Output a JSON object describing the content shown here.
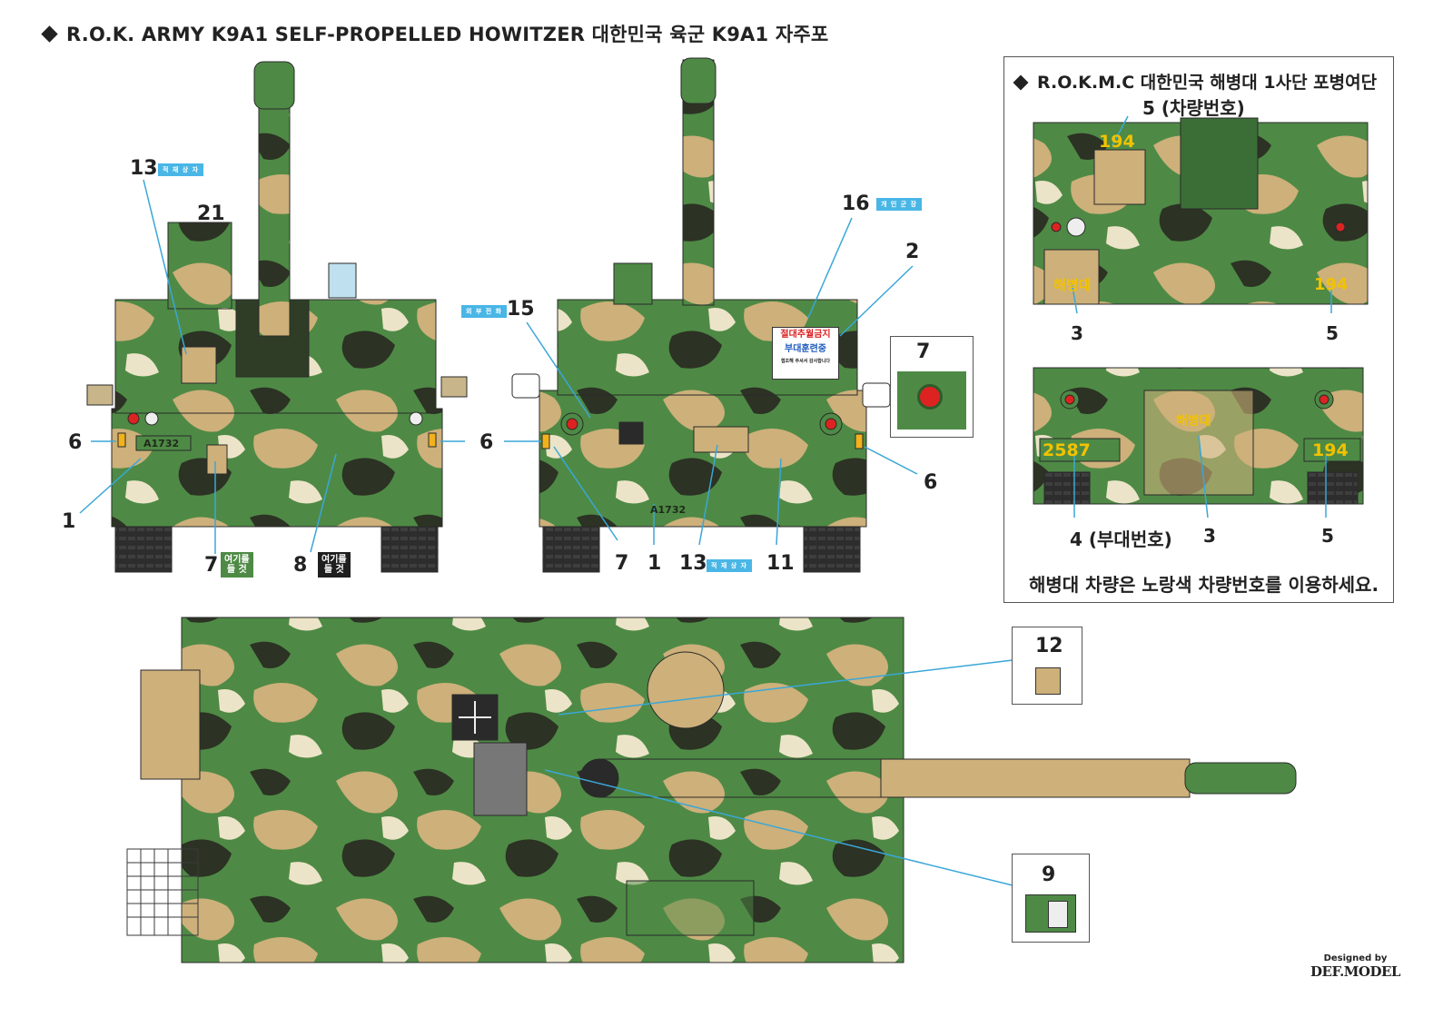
{
  "header": {
    "title": "R.O.K. ARMY K9A1 SELF-PROPELLED HOWITZER  대한민국 육군 K9A1 자주포"
  },
  "front_view": {
    "callouts": {
      "c13": "13",
      "c21": "21",
      "c6l": "6",
      "c6r": "6",
      "c1": "1",
      "c7": "7",
      "c8": "8"
    },
    "tag_13": "적 재 상 자",
    "serial": "A1732",
    "tag_7": "여기를\n들 것",
    "tag_8": "여기를\n들 것"
  },
  "rear_view": {
    "callouts": {
      "c16": "16",
      "c2": "2",
      "c15": "15",
      "c6l": "6",
      "c6r": "6",
      "c7": "7",
      "c7b": "7",
      "c1": "1",
      "c13": "13",
      "c11": "11"
    },
    "tag_16": "개 인 군 장",
    "tag_15": "외 부 전 화",
    "tag_13": "적 재 상 자",
    "serial": "A1732",
    "sign_line1": "절대추월금지",
    "sign_line2": "부대훈련중",
    "sign_line3": "협조해 주셔서 감사합니다"
  },
  "rokmc": {
    "title": "R.O.K.M.C  대한민국 해병대 1사단 포병여단",
    "subtitle": "5 (차량번호)",
    "top_numbers": {
      "n1": "194",
      "n2": "194"
    },
    "unit_text": "해병대",
    "callouts": {
      "c3a": "3",
      "c5a": "5",
      "c4": "4 (부대번호)",
      "c3b": "3",
      "c5b": "5"
    },
    "bottom_numbers": {
      "n1": "2587",
      "n2": "194"
    },
    "note": "해병대 차량은 노랑색 차량번호를 이용하세요."
  },
  "top_view": {
    "callouts": {
      "c12": "12",
      "c9": "9"
    }
  },
  "credit": {
    "designed_by": "Designed by",
    "brand": "DEF.MODEL"
  },
  "colors": {
    "camo_green": "#4e8a45",
    "camo_tan": "#cdb07a",
    "camo_light": "#ece4c8",
    "camo_dark": "#2c3224",
    "callout_line": "#3aa7d8",
    "tag_blue": "#49b6e6",
    "marking_yellow": "#f2c200"
  }
}
